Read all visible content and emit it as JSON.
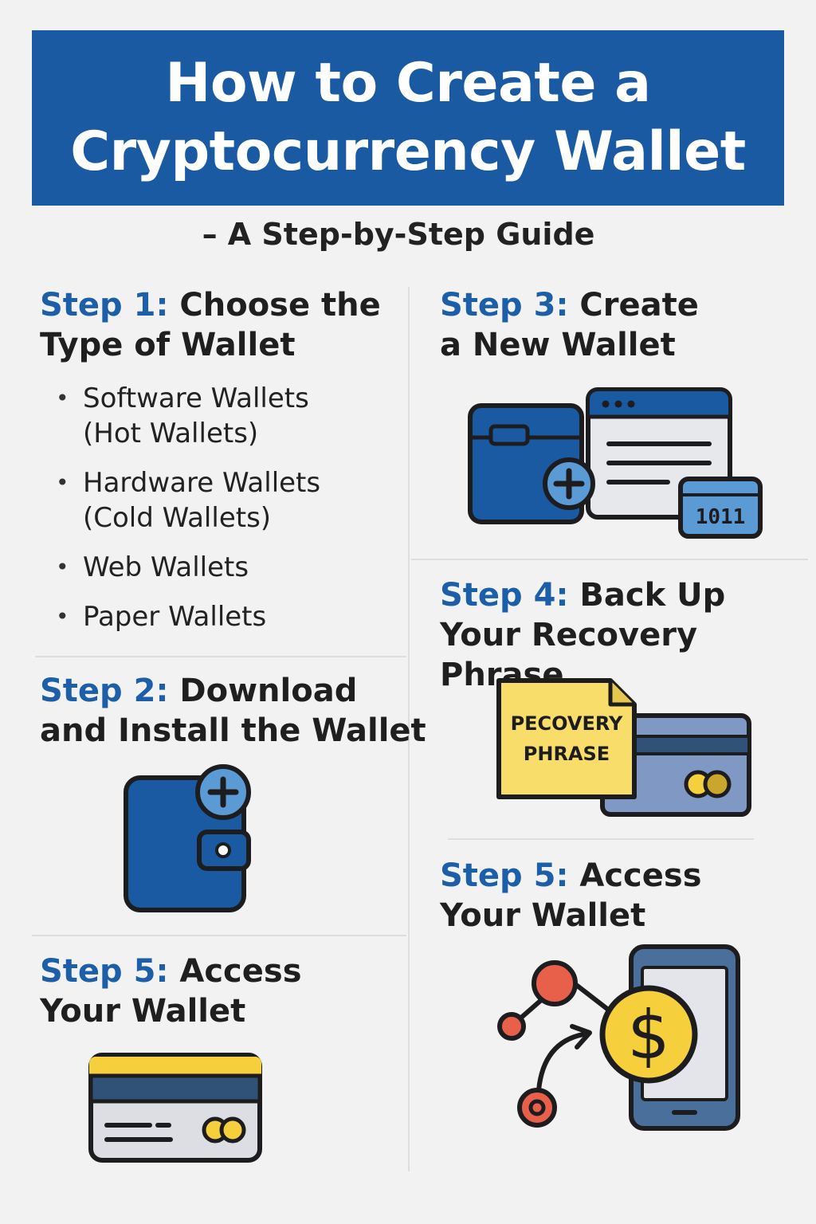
{
  "header": {
    "title_line1": "How to Create a",
    "title_line2": "Cryptocurrency Wallet",
    "subtitle": "– A Step-by-Step Guide"
  },
  "steps": {
    "step1": {
      "number": "Step 1:",
      "title_line1": "Choose the",
      "title_line2": "Type of Wallet"
    },
    "step2": {
      "number": "Step 2:",
      "title_line1": "Download",
      "title_line2": "and Install the Wallet"
    },
    "step3": {
      "number": "Step 3:",
      "title_line1": "Create",
      "title_line2": "a New Wallet"
    },
    "step4": {
      "number": "Step 4:",
      "title_line1": "Back Up",
      "title_line2": "Your Recovery Phrase"
    },
    "step5_left": {
      "number": "Step 5:",
      "title_line1": "Access",
      "title_line2": "Your Wallet"
    },
    "step5_right": {
      "number": "Step 5:",
      "title_line1": "Access",
      "title_line2": "Your Wallet"
    }
  },
  "wallet_types": [
    {
      "line1": "Software Wallets",
      "line2": "(Hot Wallets)"
    },
    {
      "line1": "Hardware Wallets",
      "line2": "(Cold Wallets)"
    },
    {
      "line1": "Web Wallets",
      "line2": ""
    },
    {
      "line1": "Paper Wallets",
      "line2": ""
    }
  ],
  "icons": {
    "step2": "wallet-plus-icon",
    "step3": "folder-browser-code-icon",
    "step4": "recovery-phrase-card-icon",
    "step5_left": "credit-card-icon",
    "step5_right": "phone-dollar-network-icon"
  },
  "illustration_text": {
    "code_badge": "1011",
    "recovery_note_line1": "PECOVERY",
    "recovery_note_line2": "PHRASE",
    "dollar_symbol": "$"
  },
  "colors": {
    "banner": "#1a5aa3",
    "step_number": "#1c5fa8",
    "icon_blue": "#1a5aa3",
    "icon_light_blue": "#5b9bd5",
    "icon_yellow": "#f6cf3d",
    "icon_red": "#e8604a",
    "icon_gray": "#dcdee3"
  }
}
